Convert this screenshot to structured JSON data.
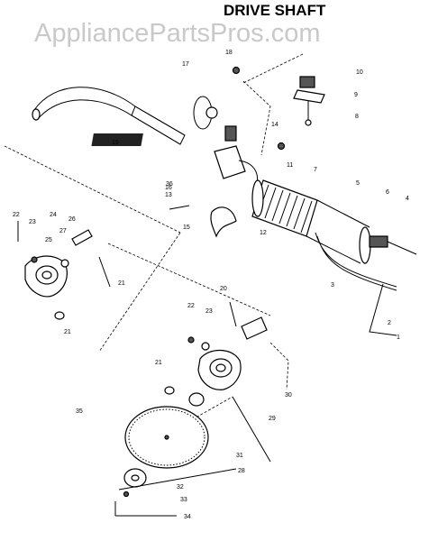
{
  "title": "DRIVE SHAFT",
  "watermark": "AppliancePartsPros.com",
  "callouts": [
    "1",
    "2",
    "3",
    "4",
    "5",
    "6",
    "7",
    "8",
    "9",
    "10",
    "11",
    "12",
    "13",
    "14",
    "15",
    "16",
    "17",
    "18",
    "19",
    "20",
    "21",
    "21",
    "21",
    "22",
    "22",
    "23",
    "23",
    "24",
    "25",
    "26",
    "27",
    "28",
    "29",
    "30",
    "31",
    "32",
    "33",
    "34",
    "35",
    "36"
  ]
}
